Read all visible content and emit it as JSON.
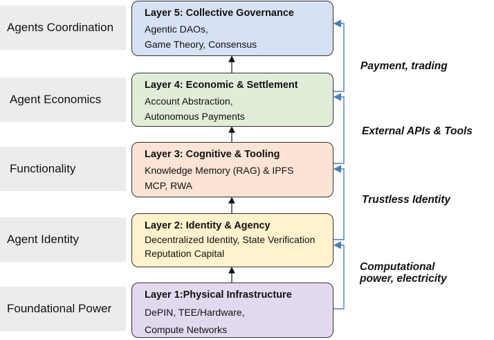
{
  "side_labels": [
    "Agents Coordination",
    "Agent Economics",
    "Functionality",
    "Agent Identity",
    "Foundational Power"
  ],
  "layers": [
    {
      "title": "Layer 5: Collective Governance",
      "desc": "Agentic DAOs,\nGame Theory, Consensus",
      "color": "#d6e2f3"
    },
    {
      "title": "Layer 4: Economic & Settlement",
      "desc": "Account Abstraction,\nAutonomous Payments",
      "color": "#e1edd9"
    },
    {
      "title": "Layer 3: Cognitive & Tooling",
      "desc": "Knowledge Memory (RAG) & IPFS\nMCP, RWA",
      "color": "#fbe3d6"
    },
    {
      "title": "Layer 2: Identity & Agency",
      "desc": "Decentralized Identity, State Verification\nReputation Capital",
      "color": "#fff2cc"
    },
    {
      "title": "Layer 1:Physical Infrastructure",
      "desc": "DePIN, TEE/Hardware,\nCompute Networks",
      "color": "#e3d9ef"
    }
  ],
  "flow_labels": [
    "Payment, trading",
    "External APIs & Tools",
    "Trustless Identity",
    "Computational\npower, electricity"
  ],
  "connector_color": "#4a7ebb"
}
